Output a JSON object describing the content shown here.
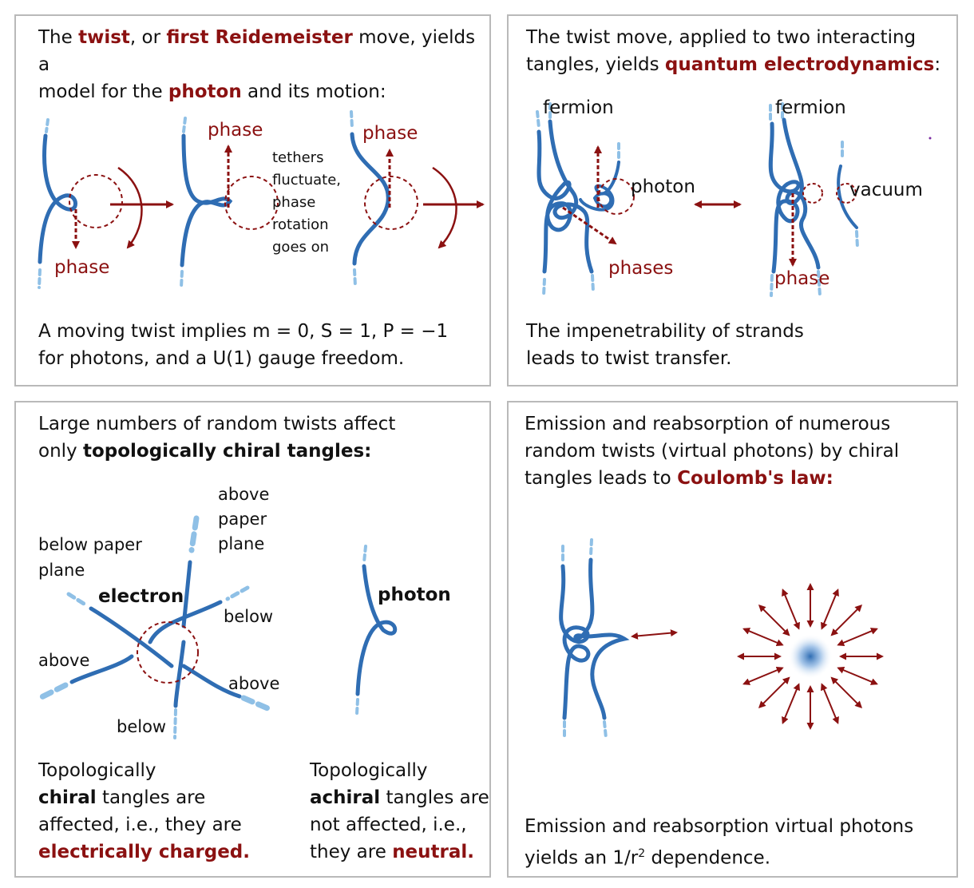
{
  "colors": {
    "strand": "#2f6db3",
    "strand_light": "#8fc0e6",
    "accent": "#8b1111",
    "border": "#b9b9b9"
  },
  "panel1": {
    "intro": {
      "t1": "The ",
      "h1": "twist",
      ",": "",
      "t2": ", or ",
      "h2": "first Reidemeister",
      "t3": " move, yields a",
      "t4": "model for the ",
      "h3": "photon",
      "t5": " and its motion:"
    },
    "labels": {
      "phase_a": "phase",
      "phase_b": "phase",
      "phase_c": "phase",
      "note": [
        "tethers",
        "fluctuate,",
        "phase",
        "rotation",
        "goes on"
      ]
    },
    "footer": [
      "A moving twist implies m = 0, S = 1, P = −1",
      "for photons, and a U(1) gauge freedom."
    ]
  },
  "panel2": {
    "intro": {
      "t1": "The twist move, applied to two interacting",
      "t2": "tangles, yields ",
      "h1": "quantum electrodynamics",
      "t3": ":"
    },
    "labels": {
      "fermion_a": "fermion",
      "fermion_b": "fermion",
      "photon": "photon",
      "vacuum": "vacuum",
      "phases": "phases",
      "phase": "phase"
    },
    "footer": [
      "The impenetrability of strands",
      "leads to twist transfer."
    ]
  },
  "panel3": {
    "intro": {
      "t1": "Large numbers of random twists affect",
      "t2": "only ",
      "h1": "topologically chiral tangles:"
    },
    "labels": {
      "above_paper": [
        "above",
        "paper",
        "plane"
      ],
      "below_paper": [
        "below paper",
        "plane"
      ],
      "electron": "electron",
      "below_right": "below",
      "above_left": "above",
      "above_right": "above",
      "below_bottom": "below",
      "photon": "photon"
    },
    "left_footer": {
      "l1": "Topologically",
      "b1": "chiral",
      "l2": " tangles are",
      "l3": "affected, i.e., they are",
      "h1": "electrically charged."
    },
    "right_footer": {
      "l1": "Topologically",
      "b1": "achiral",
      "l2": " tangles are",
      "l3": "not affected, i.e.,",
      "l4": "they are ",
      "h1": "neutral."
    }
  },
  "panel4": {
    "intro": {
      "t1": "Emission and reabsorption of numerous",
      "t2": "random twists (virtual photons) by chiral",
      "t3": "tangles leads to ",
      "h1": "Coulomb's law:"
    },
    "footer": {
      "l1": "Emission and reabsorption virtual photons",
      "l2a": "yields an 1/r",
      "sup": "2",
      "l2b": " dependence."
    }
  }
}
